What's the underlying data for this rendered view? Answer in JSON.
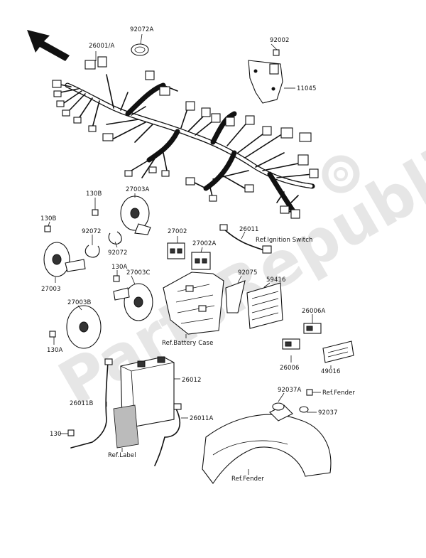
{
  "watermark": "PartsRepublik",
  "labels": {
    "p26001A": "26001/A",
    "p92072A": "92072A",
    "p92002": "92002",
    "p11045": "11045",
    "p130B_top": "130B",
    "p27003A": "27003A",
    "p130B_left": "130B",
    "p92072_a": "92072",
    "p92072_b": "92072",
    "p27002": "27002",
    "p27002A": "27002A",
    "p26011": "26011",
    "ref_ignition": "Ref.Ignition Switch",
    "p130A_top": "130A",
    "p27003C": "27003C",
    "p27003": "27003",
    "p92075": "92075",
    "p59416": "59416",
    "p27003B": "27003B",
    "p26006A": "26006A",
    "p130A_left": "130A",
    "ref_battery_case": "Ref.Battery Case",
    "p26006": "26006",
    "p49016": "49016",
    "p26012": "26012",
    "p26011B": "26011B",
    "p92037A": "92037A",
    "ref_fender_top": "Ref.Fender",
    "p92037": "92037",
    "p26011A": "26011A",
    "p130": "130",
    "ref_label": "Ref.Label",
    "ref_fender_bottom": "Ref.Fender"
  }
}
